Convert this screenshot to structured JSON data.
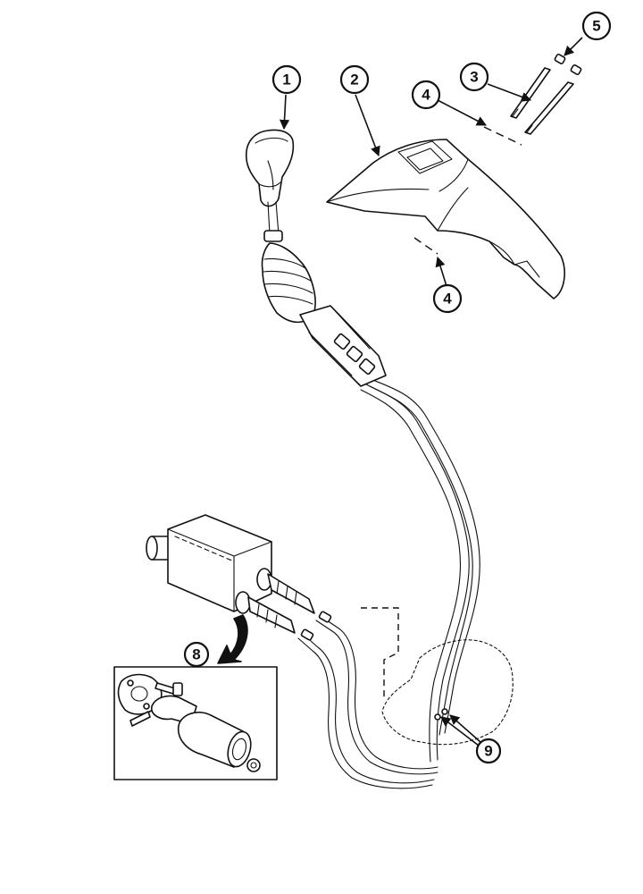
{
  "callouts": {
    "c1": "1",
    "c2": "2",
    "c3": "3",
    "c4a": "4",
    "c4b": "4",
    "c5": "5",
    "c8": "8",
    "c9": "9"
  }
}
